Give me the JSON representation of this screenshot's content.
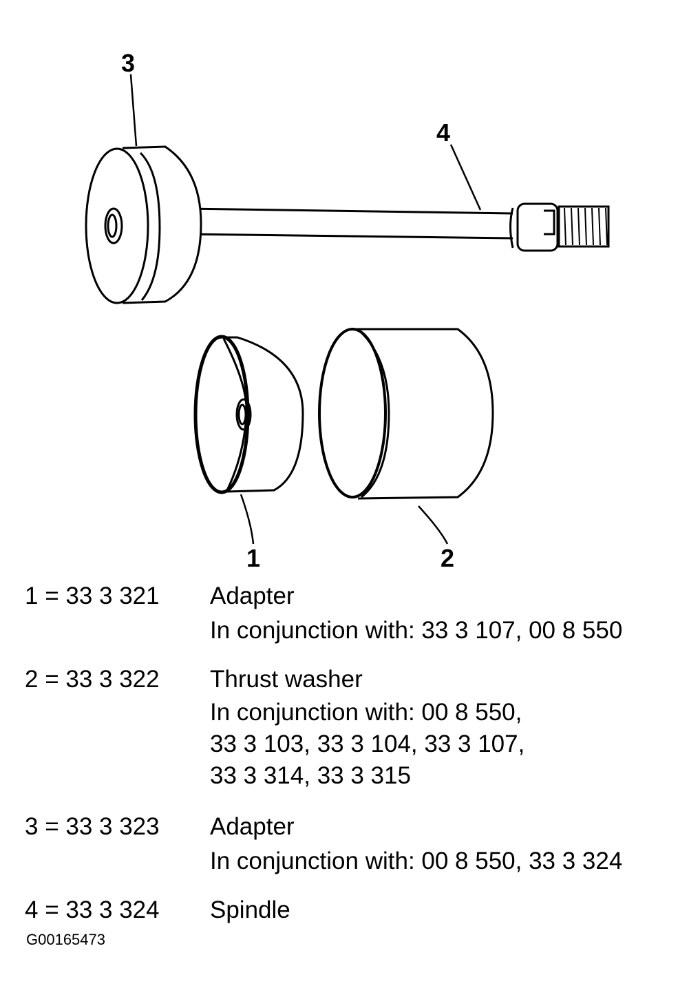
{
  "callouts": {
    "c1": "1",
    "c2": "2",
    "c3": "3",
    "c4": "4"
  },
  "legend": [
    {
      "id": "1 = 33 3 321",
      "name": "Adapter",
      "notes": [
        "In conjunction with: 33 3 107, 00 8 550"
      ]
    },
    {
      "id": "2 = 33 3 322",
      "name": "Thrust washer",
      "notes": [
        "In conjunction with: 00 8 550,",
        "33 3 103, 33 3 104, 33 3 107,",
        "33 3 314, 33 3 315"
      ]
    },
    {
      "id": "3 = 33 3 323",
      "name": "Adapter",
      "notes": [
        "In conjunction with: 00 8 550, 33 3 324"
      ]
    },
    {
      "id": "4 = 33 3 324",
      "name": "Spindle",
      "notes": []
    }
  ],
  "figure_code": "G00165473"
}
